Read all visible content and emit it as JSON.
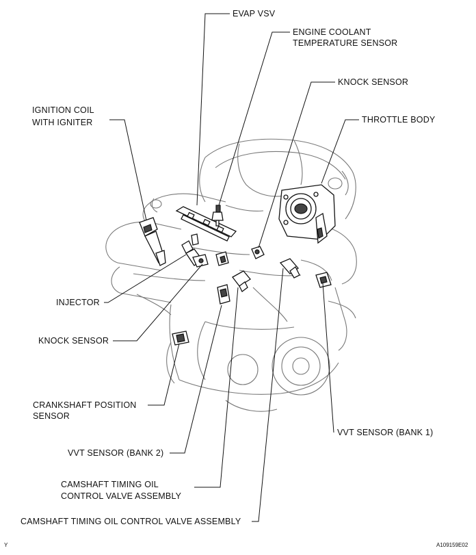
{
  "labels": {
    "evap_vsv": "EVAP VSV",
    "ect_sensor_1": "ENGINE COOLANT",
    "ect_sensor_2": "TEMPERATURE SENSOR",
    "knock_sensor_top": "KNOCK SENSOR",
    "throttle_body": "THROTTLE BODY",
    "ignition_coil_1": "IGNITION COIL",
    "ignition_coil_2": "WITH IGNITER",
    "injector": "INJECTOR",
    "knock_sensor_left": "KNOCK SENSOR",
    "ckp_sensor_1": "CRANKSHAFT POSITION",
    "ckp_sensor_2": "SENSOR",
    "vvt_bank1": "VVT SENSOR (BANK 1)",
    "vvt_bank2": "VVT SENSOR (BANK 2)",
    "ocv_1_line1": "CAMSHAFT TIMING OIL",
    "ocv_1_line2": "CONTROL VALVE ASSEMBLY",
    "ocv_2": "CAMSHAFT TIMING OIL CONTROL VALVE ASSEMBLY"
  },
  "footer": {
    "corner_mark": "Y",
    "figure_code": "A109159E02"
  }
}
